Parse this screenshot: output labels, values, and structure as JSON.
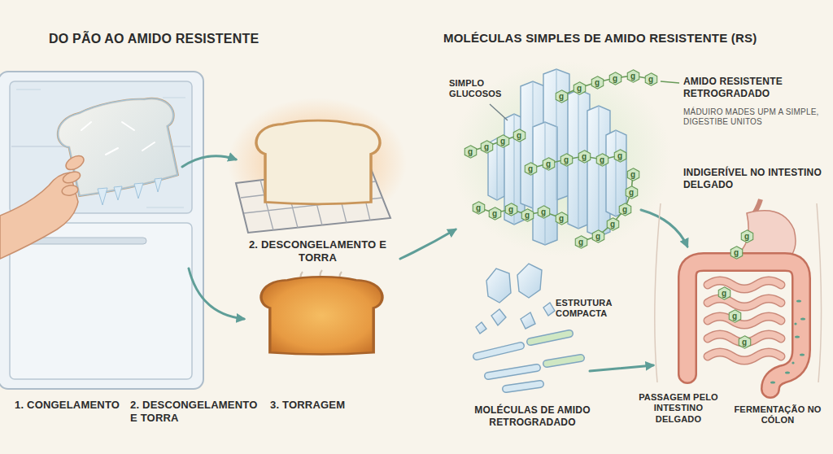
{
  "diagram": {
    "labels": [
      "DO PÃO AO AMIDO RESISTENTE",
      "MOLÉCULAS SIMPLES DE AMIDO RESISTENTE (RS)",
      "2. DESCONGELAMENTO E TORRA",
      "SIMPLO GLUCOSOS",
      "AMIDO RESISTENTE RETROGRADADO",
      "MÁDUIRO MADES UPM A SIMPLE, DIGESTIBE UNITOS",
      "INDIGERÍVEL NO INTESTINO DELGADO",
      "ESTRUTURA COMPACTA",
      "1. CONGELAMENTO",
      "2. DESCONGELAMENTO E TORRA",
      "3. TORRAGEM",
      "MOLÉCULAS DE AMIDO RETROGRADADO",
      "PASSAGEM PELO INTESTINO DELGADO",
      "FERMENTAÇÃO NO CÓLON",
      "g",
      "g",
      "g",
      "g",
      "g",
      "g",
      "g",
      "g",
      "g",
      "g",
      "g",
      "g",
      "g",
      "g",
      "g",
      "g",
      "g",
      "g",
      "g",
      "g",
      "g",
      "g",
      "g",
      "g",
      "g",
      "g",
      "g",
      "g",
      "g",
      "g",
      "g",
      "g",
      "g"
    ]
  }
}
